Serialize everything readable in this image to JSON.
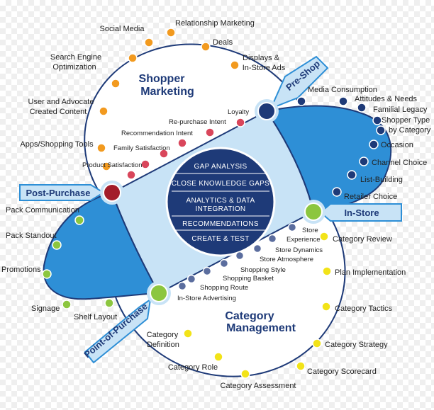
{
  "colors": {
    "dark_navy": "#1e3a78",
    "mid_blue": "#2e8fd6",
    "light_blue": "#c8e3f6",
    "pale_blue": "#e3f1fb",
    "orange": "#f29a1f",
    "red": "#d9465b",
    "green": "#8cc63f",
    "yellow": "#f2e318",
    "slate_blue": "#5b6d9e",
    "maroon": "#a31d2a"
  },
  "sections": {
    "shopper_marketing_line1": "Shopper",
    "shopper_marketing_line2": "Marketing",
    "category_management_line1": "Category",
    "category_management_line2": "Management"
  },
  "stages": {
    "pre_shop": "Pre-Shop",
    "in_store": "In-Store",
    "post_purchase": "Post-Purchase",
    "point_of_purchase": "Point-of-Purchase"
  },
  "center_items": [
    "GAP ANALYSIS",
    "CLOSE KNOWLEDGE GAPS",
    "ANALYTICS & DATA",
    "INTEGRATION",
    "RECOMMENDATIONS",
    "CREATE & TEST"
  ],
  "shopper_marketing_items": [
    "Social Media",
    "Relationship Marketing",
    "Deals",
    "Displays &",
    "In-Store Ads",
    "Search Engine",
    "Optimization",
    "User and Advocate",
    "Created Content",
    "Apps/Shopping Tools"
  ],
  "pre_shop_items": [
    "Media Consumption",
    "Attitudes & Needs",
    "Familial Legacy",
    "Shopper Type",
    "by Category",
    "Occasion",
    "Channel Choice",
    "List-Building",
    "Retailer Choice"
  ],
  "post_purchase_items": [
    "Loyalty",
    "Re-purchase Intent",
    "Recommendation Intent",
    "Family Satisfaction",
    "Product Satisfaction"
  ],
  "post_purchase_outer_items": [
    "Pack Communication",
    "Pack Standout",
    "Promotions",
    "Signage",
    "Shelf Layout"
  ],
  "in_store_items": [
    "Store",
    "Experience",
    "Store Dynamics",
    "Store Atmosphere",
    "Shopping Style",
    "Shopping Basket",
    "Shopping Route",
    "In-Store Advertising"
  ],
  "category_management_items": [
    "Category Review",
    "Plan Implementation",
    "Category Tactics",
    "Category Strategy",
    "Category Scorecard",
    "Category Assessment",
    "Category Role",
    "Category",
    "Definition"
  ]
}
